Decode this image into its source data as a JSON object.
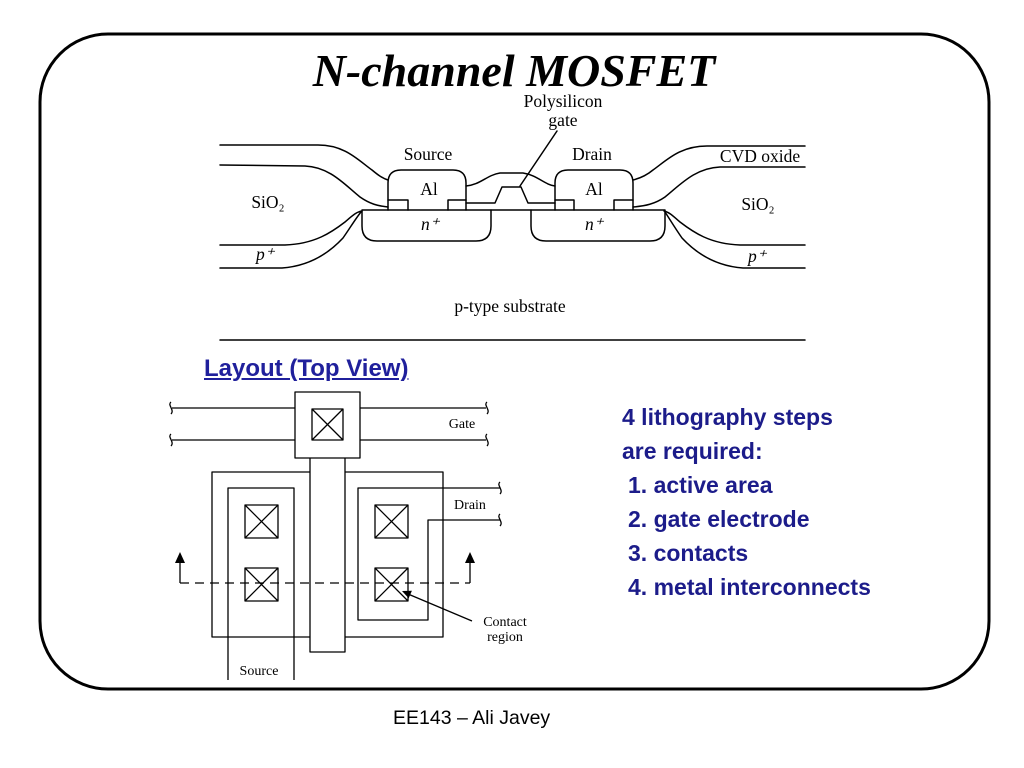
{
  "slide": {
    "title": "N-channel MOSFET",
    "footer": "EE143 – Ali Javey"
  },
  "cross_section": {
    "polysilicon_gate_label": {
      "line1": "Polysilicon",
      "line2": "gate"
    },
    "source_label": "Source",
    "drain_label": "Drain",
    "cvd_oxide_label": "CVD oxide",
    "source_metal_label": "Al",
    "drain_metal_label": "Al",
    "field_oxide_left_label": "SiO₂",
    "field_oxide_right_label": "SiO₂",
    "source_implant_label": "n⁺",
    "drain_implant_label": "n⁺",
    "channel_stop_left_label": "p⁺",
    "channel_stop_right_label": "p⁺",
    "substrate_label": "p-type substrate"
  },
  "layout_view": {
    "heading": "Layout (Top View)",
    "gate_label": "Gate",
    "drain_label": "Drain",
    "contact_label": {
      "line1": "Contact",
      "line2": "region"
    },
    "source_label": "Source"
  },
  "notes": {
    "line1": "4 lithography steps",
    "line2": "are required:",
    "steps": [
      "1. active area",
      "2. gate electrode",
      "3. contacts",
      "4. metal interconnects"
    ]
  },
  "colors": {
    "heading_text": "#20209c",
    "notes_text": "#1c1c8a",
    "border": "#000000"
  }
}
